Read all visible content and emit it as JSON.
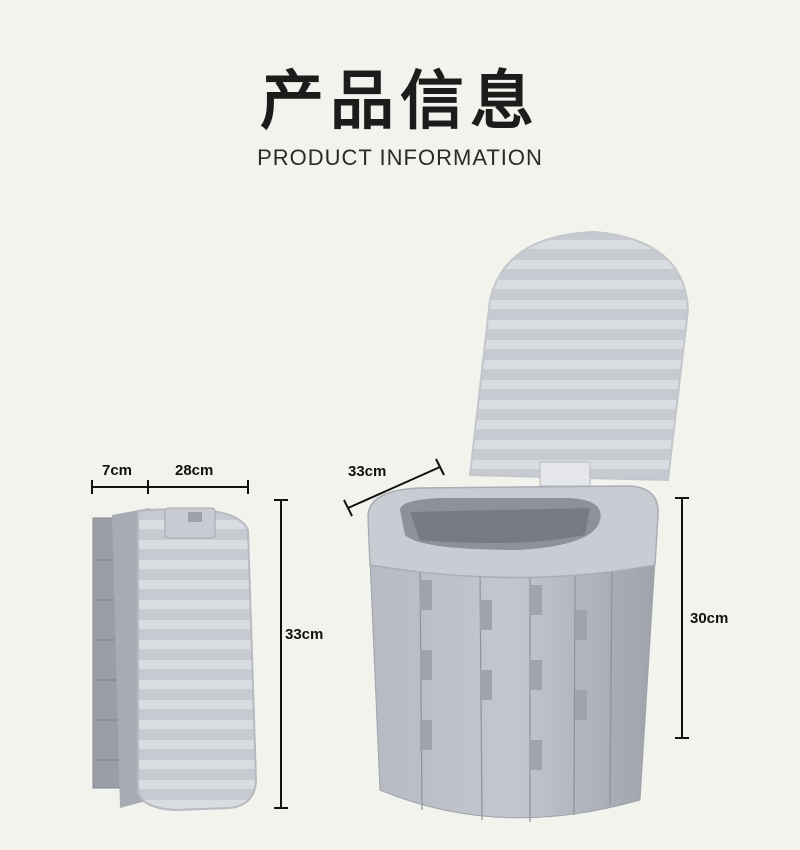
{
  "header": {
    "title_cn": "产品信息",
    "title_en": "PRODUCT INFORMATION"
  },
  "folded": {
    "thickness_label": "7cm",
    "width_label": "28cm",
    "height_label": "33cm"
  },
  "unfolded": {
    "depth_label": "33cm",
    "height_label": "30cm"
  },
  "colors": {
    "background": "#f2f3ec",
    "product_gray": "#a9adb6",
    "lid_gray": "#d2d5db",
    "dimension_line": "#111111"
  }
}
